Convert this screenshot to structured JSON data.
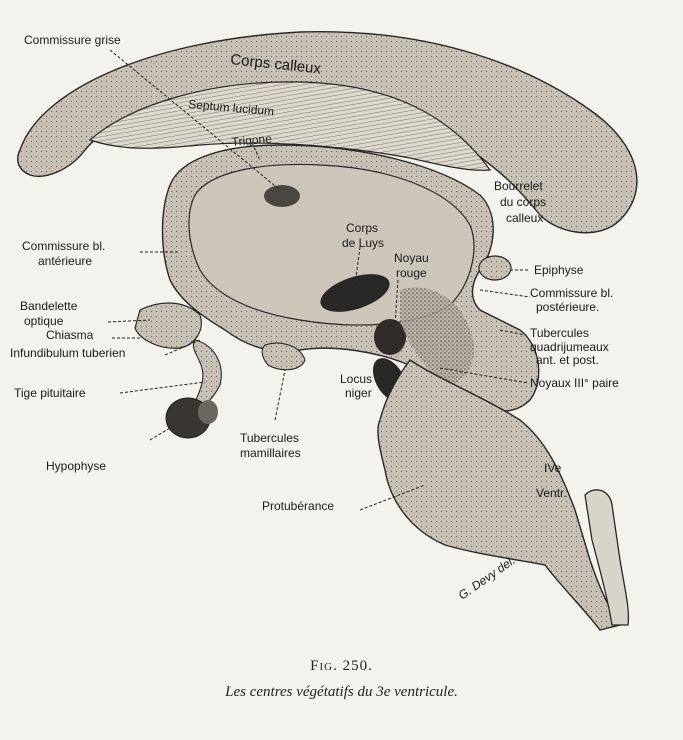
{
  "labels": {
    "corps_calleux": "Corps calleux",
    "septum_lucidum": "Septum lucidum",
    "trigone": "Trigone",
    "commissure_grise": "Commissure grise",
    "bourrelet_1": "Bourrelet",
    "bourrelet_2": "du corps",
    "bourrelet_3": "calleux",
    "commissure_ant_1": "Commissure bl.",
    "commissure_ant_2": "antérieure",
    "corps_luys_1": "Corps",
    "corps_luys_2": "de Luys",
    "noyau_rouge_1": "Noyau",
    "noyau_rouge_2": "rouge",
    "epiphyse": "Epiphyse",
    "commissure_post_1": "Commissure bl.",
    "commissure_post_2": "postérieure.",
    "bandelette_1": "Bandelette",
    "bandelette_2": "optique",
    "chiasma": "Chiasma",
    "infundibulum": "Infundibulum tuberien",
    "tubercules_quad_1": "Tubercules",
    "tubercules_quad_2": "quadrijumeaux",
    "tubercules_quad_3": "ant. et post.",
    "locus_niger_1": "Locus",
    "locus_niger_2": "niger",
    "noyaux_iii": "Noyaux III° paire",
    "tige_pituitaire": "Tige pituitaire",
    "tubercules_mam_1": "Tubercules",
    "tubercules_mam_2": "mamillaires",
    "hypophyse": "Hypophyse",
    "ive_ventr_1": "IVe",
    "ive_ventr_2": "Ventr.",
    "protuberance": "Protubérance",
    "signature": "G. Devy del."
  },
  "caption": {
    "figure_number": "Fig. 250.",
    "title": "Les centres végétatifs du 3e ventricule."
  },
  "colors": {
    "background": "#f4f2ed",
    "tissue": "#cfcac0",
    "tissue_dark": "#a8a297",
    "ventricle": "#bdb7ac",
    "nucleus": "#2a2826",
    "ink": "#1a1a1a"
  }
}
